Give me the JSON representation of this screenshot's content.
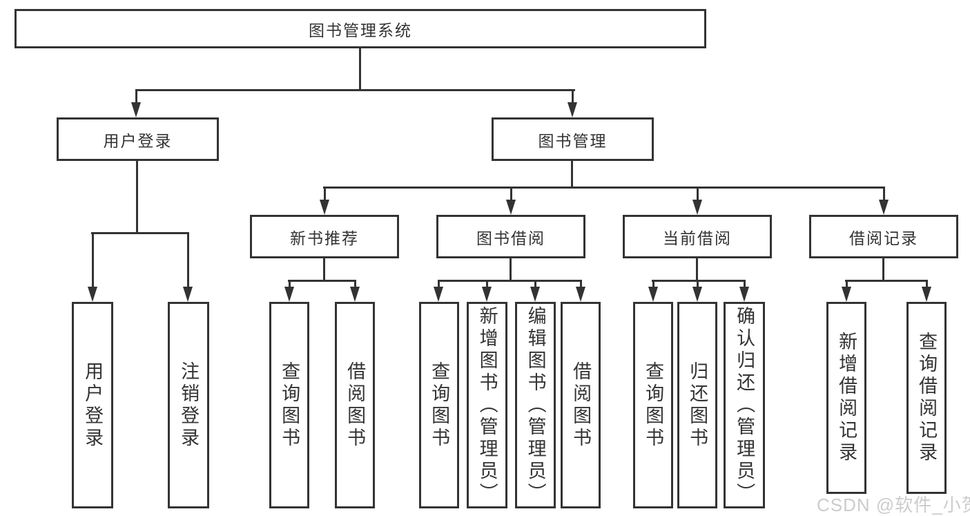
{
  "diagram": {
    "type": "tree",
    "root": {
      "label": "图书管理系统"
    },
    "user_login": {
      "label": "用户登录",
      "children": [
        {
          "label": "用户登录"
        },
        {
          "label": "注销登录"
        }
      ]
    },
    "book_mgmt": {
      "label": "图书管理",
      "sections": [
        {
          "label": "新书推荐",
          "children": [
            {
              "label": "查询图书"
            },
            {
              "label": "借阅图书"
            }
          ]
        },
        {
          "label": "图书借阅",
          "children": [
            {
              "label": "查询图书"
            },
            {
              "label": "新增图书（管理员）"
            },
            {
              "label": "编辑图书（管理员）"
            },
            {
              "label": "借阅图书"
            }
          ]
        },
        {
          "label": "当前借阅",
          "children": [
            {
              "label": "查询图书"
            },
            {
              "label": "归还图书"
            },
            {
              "label": "确认归还（管理员）"
            }
          ]
        },
        {
          "label": "借阅记录",
          "children": [
            {
              "label": "新增借阅记录"
            },
            {
              "label": "查询借阅记录"
            }
          ]
        }
      ]
    },
    "colors": {
      "line": "#333333",
      "box_background": "#ffffff",
      "watermark": "#cccccc"
    },
    "watermark": {
      "text": "CSDN @软件_小贺同学"
    }
  }
}
